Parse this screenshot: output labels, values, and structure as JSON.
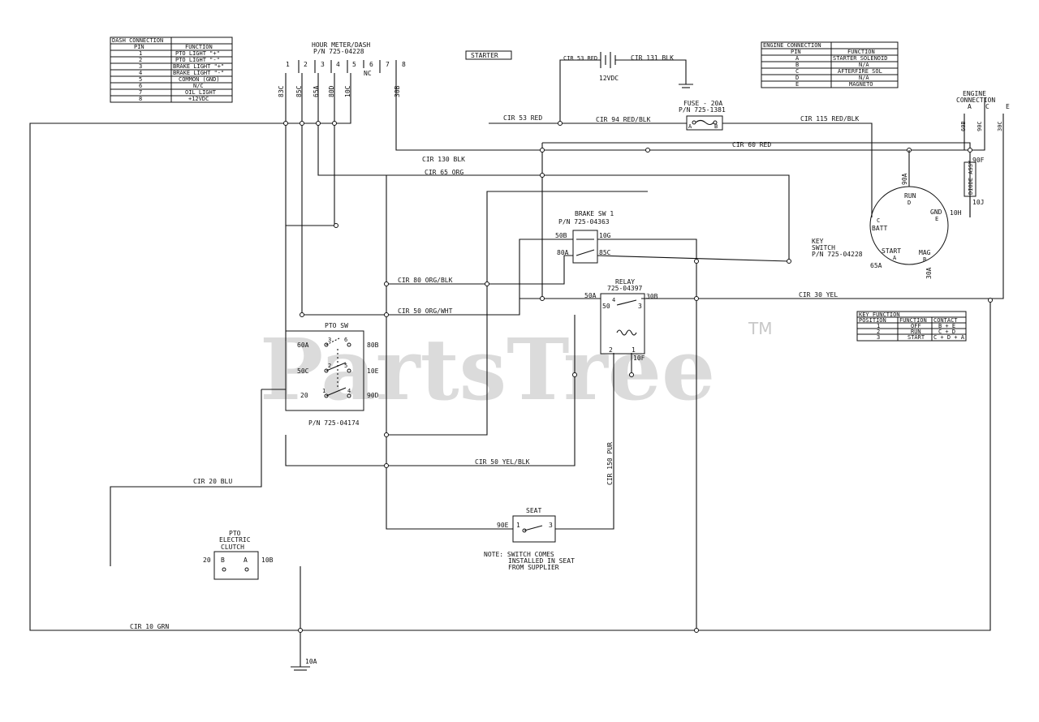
{
  "dash_table": {
    "title": "DASH CONNECTION",
    "headers": [
      "PIN",
      "FUNCTION"
    ],
    "rows": [
      [
        "1",
        "PTO LIGHT \"+\""
      ],
      [
        "2",
        "PTO LIGHT \"-\""
      ],
      [
        "3",
        "BRAKE LIGHT \"+\""
      ],
      [
        "4",
        "BRAKE LIGHT \"-\""
      ],
      [
        "5",
        "COMMON (GND)"
      ],
      [
        "6",
        "N/C"
      ],
      [
        "7",
        "OIL LIGHT"
      ],
      [
        "8",
        "+12VDC"
      ]
    ]
  },
  "hour_meter": {
    "title": "HOUR METER/DASH",
    "part": "P/N 725-04228",
    "pins": [
      "1",
      "2",
      "3",
      "4",
      "5",
      "6",
      "7",
      "8"
    ],
    "nc": "NC",
    "wires": [
      "83C",
      "85C",
      "65A",
      "80D",
      "10C",
      "30B"
    ]
  },
  "starter": "STARTER",
  "battery": {
    "label": "12VDC",
    "cir_red": "CIR 53 RED",
    "cir_blk": "CIR 131 BLK"
  },
  "engine_table": {
    "title": "ENGINE CONNECTION",
    "headers": [
      "PIN",
      "FUNCTION"
    ],
    "rows": [
      [
        "A",
        "STARTER SOLENOID"
      ],
      [
        "B",
        "N/A"
      ],
      [
        "C",
        "AFTERFIRE SOL"
      ],
      [
        "D",
        "N/A"
      ],
      [
        "E",
        "MAGNETO"
      ]
    ]
  },
  "engine_connection": {
    "title": "ENGINE",
    "title2": "CONNECTION",
    "pins": [
      "A",
      "C",
      "E"
    ],
    "wires": [
      "60B",
      "90C",
      "30C"
    ]
  },
  "fuse": {
    "title": "FUSE - 20A",
    "part": "P/N 725-1381",
    "terminals": [
      "A",
      "B"
    ]
  },
  "circuits": {
    "cir53": "CIR 53 RED",
    "cir94": "CIR 94 RED/BLK",
    "cir115": "CIR 115 RED/BLK",
    "cir60": "CIR 60 RED",
    "cir130": "CIR 130 BLK",
    "cir65": "CIR 65 ORG",
    "cir80": "CIR 80 ORG/BLK",
    "cir50wht": "CIR 50 ORG/WHT",
    "cir30": "CIR 30 YEL",
    "cir50yel": "CIR 50 YEL/BLK",
    "cir20": "CIR 20 BLU",
    "cir150": "CIR 150 PUR",
    "cir10": "CIR 10 GRN"
  },
  "brake_switch": {
    "title": "BRAKE SW 1",
    "part": "P/N 725-04363",
    "wires": [
      "50B",
      "10G",
      "80A",
      "85C"
    ]
  },
  "key_switch": {
    "title": "KEY",
    "title2": "SWITCH",
    "part": "P/N 725-04228",
    "terminals": [
      "RUN",
      "D",
      "C",
      "BATT",
      "GND",
      "E",
      "START",
      "A",
      "MAG",
      "B"
    ],
    "wires": [
      "90A",
      "10H",
      "65A",
      "30A"
    ]
  },
  "diode": {
    "label": "DIODE ASSY",
    "wires": [
      "90F",
      "10J"
    ]
  },
  "relay": {
    "title": "RELAY",
    "part": "725-04397",
    "wires": [
      "50A",
      "30B",
      "10F"
    ],
    "pins": [
      "50",
      "4",
      "3",
      "2",
      "1"
    ]
  },
  "key_function_table": {
    "title": "KEY FUNCTION",
    "headers": [
      "POSITION",
      "FUNCTION",
      "CONTACT"
    ],
    "rows": [
      [
        "1",
        "OFF",
        "B + E"
      ],
      [
        "2",
        "RUN",
        "C + D"
      ],
      [
        "3",
        "START",
        "C + D + A"
      ]
    ]
  },
  "pto_switch": {
    "title": "PTO SW",
    "part": "P/N 725-04174",
    "wires": [
      "60A",
      "80B",
      "50C",
      "10E",
      "20",
      "90D"
    ],
    "pins": [
      "3",
      "6",
      "2",
      "5",
      "1",
      "4"
    ]
  },
  "seat": {
    "title": "SEAT",
    "wire": "90E",
    "pins": [
      "1",
      "3"
    ],
    "note1": "NOTE: SWITCH COMES",
    "note2": "INSTALLED IN SEAT",
    "note3": "FROM SUPPLIER"
  },
  "pto_clutch": {
    "title1": "PTO",
    "title2": "ELECTRIC",
    "title3": "CLUTCH",
    "pins": [
      "B",
      "A"
    ],
    "wires": [
      "20",
      "10B"
    ]
  },
  "ground": {
    "wire": "10A"
  },
  "watermark": {
    "text": "PartsTree",
    "tm": "TM"
  }
}
